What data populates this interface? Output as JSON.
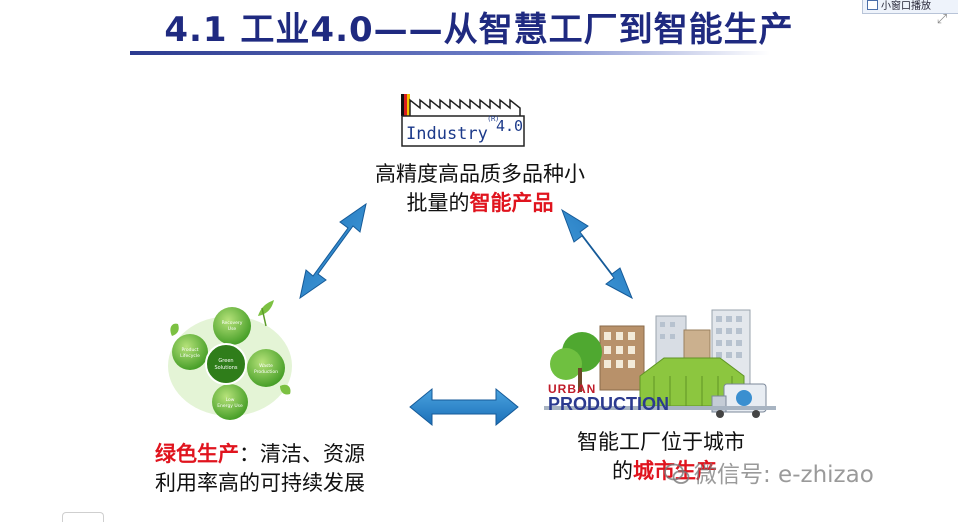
{
  "title": "4.1 工业4.0——从智慧工厂到智能生产",
  "mini_player": {
    "label": "小窗口播放"
  },
  "top_node": {
    "logo": {
      "word": "Industry",
      "version": "4.0",
      "mark": "(R)"
    },
    "line1": "高精度高品质多品种小",
    "line2_prefix": "批量的",
    "line2_highlight": "智能产品"
  },
  "left_node": {
    "highlight": "绿色生产",
    "line1_rest": "：清洁、资源",
    "line2": "利用率高的可持续发展",
    "graphic": {
      "center": "Green Solutions",
      "petals": [
        "Recovery Use",
        "Waste Production",
        "Low Energy Use",
        "Product Lifecycle"
      ]
    }
  },
  "right_node": {
    "line1": "智能工厂位于城市",
    "line2_prefix": "的",
    "line2_highlight": "城市生产",
    "graphic": {
      "label_top": "URBAN",
      "label_bottom": "PRODUCTION"
    }
  },
  "watermark": {
    "text": "微信号: e-zhizao"
  },
  "colors": {
    "title": "#1f2a80",
    "highlight": "#e0141e",
    "arrow": "#1f7dc4",
    "green": "#5cb531"
  }
}
